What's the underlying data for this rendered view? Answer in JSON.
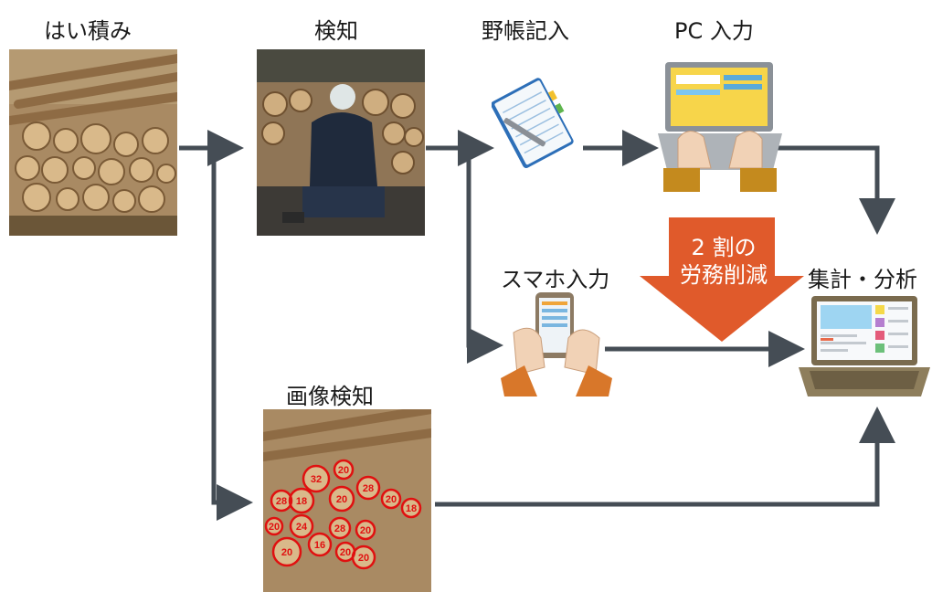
{
  "labels": {
    "pile": "はい積み",
    "inspection": "検知",
    "field_notes": "野帳記入",
    "pc_input": "PC 入力",
    "smartphone_input": "スマホ入力",
    "aggregation": "集計・分析",
    "image_inspection": "画像検知"
  },
  "callout": {
    "line1": "2 割の",
    "line2": "労務削減",
    "color": "#e05a2b"
  },
  "detection_numbers": [
    "32",
    "20",
    "28",
    "28",
    "18",
    "20",
    "20",
    "18",
    "20",
    "24",
    "28",
    "20",
    "20",
    "16",
    "20",
    "20"
  ],
  "colors": {
    "arrow": "#454d55",
    "callout": "#e05a2b",
    "detection": "#e01010"
  },
  "icons": [
    "notebook-pen-icon",
    "laptop-typing-icon",
    "smartphone-hands-icon",
    "laptop-dashboard-icon"
  ]
}
